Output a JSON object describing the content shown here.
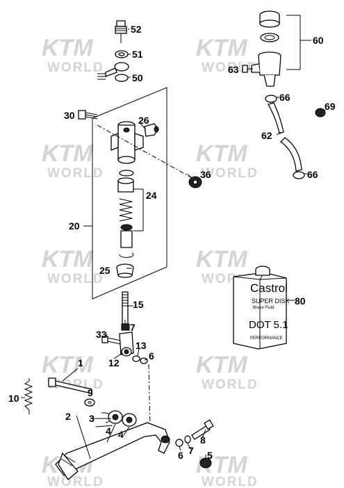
{
  "watermark": {
    "line1": "KTM",
    "line2": "WORLD"
  },
  "callouts": {
    "p1": "1",
    "p2": "2",
    "p3": "3",
    "p4a": "4",
    "p4b": "4",
    "p5": "5",
    "p6a": "6",
    "p6b": "6",
    "p7a": "7",
    "p7b": "7",
    "p8": "8",
    "p9": "9",
    "p10": "10",
    "p12": "12",
    "p13": "13",
    "p15": "15",
    "p20": "20",
    "p24": "24",
    "p25": "25",
    "p26": "26",
    "p30": "30",
    "p33": "33",
    "p36": "36",
    "p50": "50",
    "p51": "51",
    "p52": "52",
    "p60": "60",
    "p62": "62",
    "p63": "63",
    "p66a": "66",
    "p66b": "66",
    "p69": "69",
    "p80": "80"
  },
  "fluid_can": {
    "brand": "Castrol",
    "product": "SUPER DISK",
    "sub": "Brake Fluid",
    "spec": "DOT 5.1",
    "footer": "PERFORMANCE"
  }
}
